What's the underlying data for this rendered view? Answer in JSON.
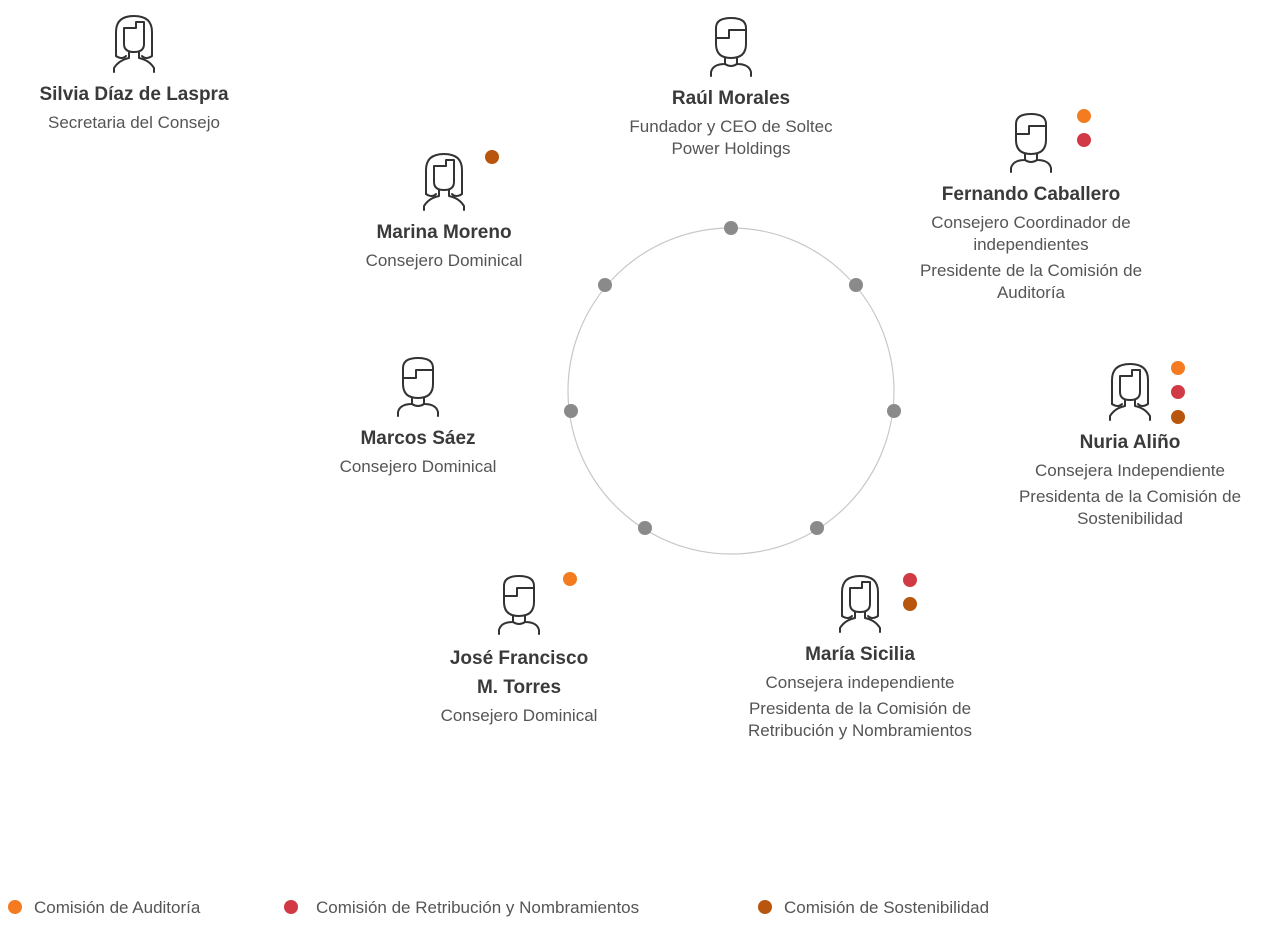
{
  "colors": {
    "auditoria": "#F47B20",
    "retribucion": "#D13A45",
    "sostenibilidad": "#B8560E",
    "node": "#8a8a8a",
    "ring": "#c8c8c8"
  },
  "people": {
    "silvia": {
      "name": "Silvia Díaz de Laspra",
      "roles": [
        "Secretaria del Consejo"
      ],
      "icon": "female-avatar-icon"
    },
    "raul": {
      "name": "Raúl Morales",
      "roles": [
        "Fundador y CEO de Soltec Power Holdings"
      ],
      "icon": "male-avatar-icon"
    },
    "fernando": {
      "name": "Fernando Caballero",
      "roles": [
        "Consejero Coordinador de independientes",
        "Presidente de la Comisión de Auditoría"
      ],
      "icon": "male-avatar-icon"
    },
    "marina": {
      "name": "Marina Moreno",
      "roles": [
        "Consejero Dominical"
      ],
      "icon": "female-avatar-icon"
    },
    "marcos": {
      "name": "Marcos Sáez",
      "roles": [
        "Consejero Dominical"
      ],
      "icon": "male-avatar-icon"
    },
    "nuria": {
      "name": "Nuria Aliño",
      "roles": [
        "Consejera Independiente",
        "Presidenta de la Comisión de Sostenibilidad"
      ],
      "icon": "female-avatar-icon"
    },
    "jose": {
      "name_line1": "José Francisco",
      "name_line2": "M. Torres",
      "roles": [
        "Consejero Dominical"
      ],
      "icon": "male-avatar-icon"
    },
    "maria": {
      "name": "María Sicilia",
      "roles": [
        "Consejera independiente",
        "Presidenta de la Comisión de Retribución y Nombramientos"
      ],
      "icon": "female-avatar-icon"
    }
  },
  "legend": {
    "auditoria": "Comisión de Auditoría",
    "retribucion": "Comisión de Retribución y Nombramientos",
    "sostenibilidad": "Comisión de Sostenibilidad"
  }
}
